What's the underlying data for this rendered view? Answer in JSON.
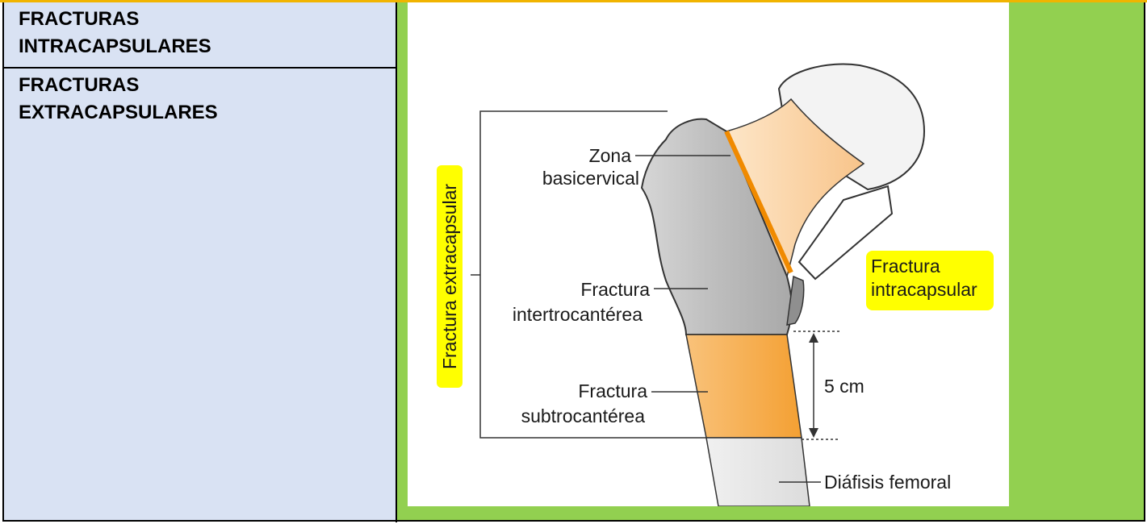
{
  "table": {
    "row1_heading": "FRACTURAS\nINTRACAPSULARES",
    "row2_heading": "FRACTURAS\nEXTRACAPSULARES"
  },
  "diagram": {
    "zona_line1": "Zona",
    "zona_line2": "basicervical",
    "intertroc_line1": "Fractura",
    "intertroc_line2": "intertrocantérea",
    "subtroc_line1": "Fractura",
    "subtroc_line2": "subtrocantérea",
    "intracap_line1": "Fractura",
    "intracap_line2": "intracapsular",
    "extracap_label": "Fractura extracapsular",
    "distance_label": "5 cm",
    "diafisis_label": "Diáfisis femoral"
  },
  "colors": {
    "left_bg": "#d9e2f3",
    "right_bg": "#92d050",
    "highlight": "#ffff00",
    "fracture_band": "#f5a623",
    "neck_orange": "#fbd5a8",
    "bone_gray": "#c8c8c8"
  }
}
